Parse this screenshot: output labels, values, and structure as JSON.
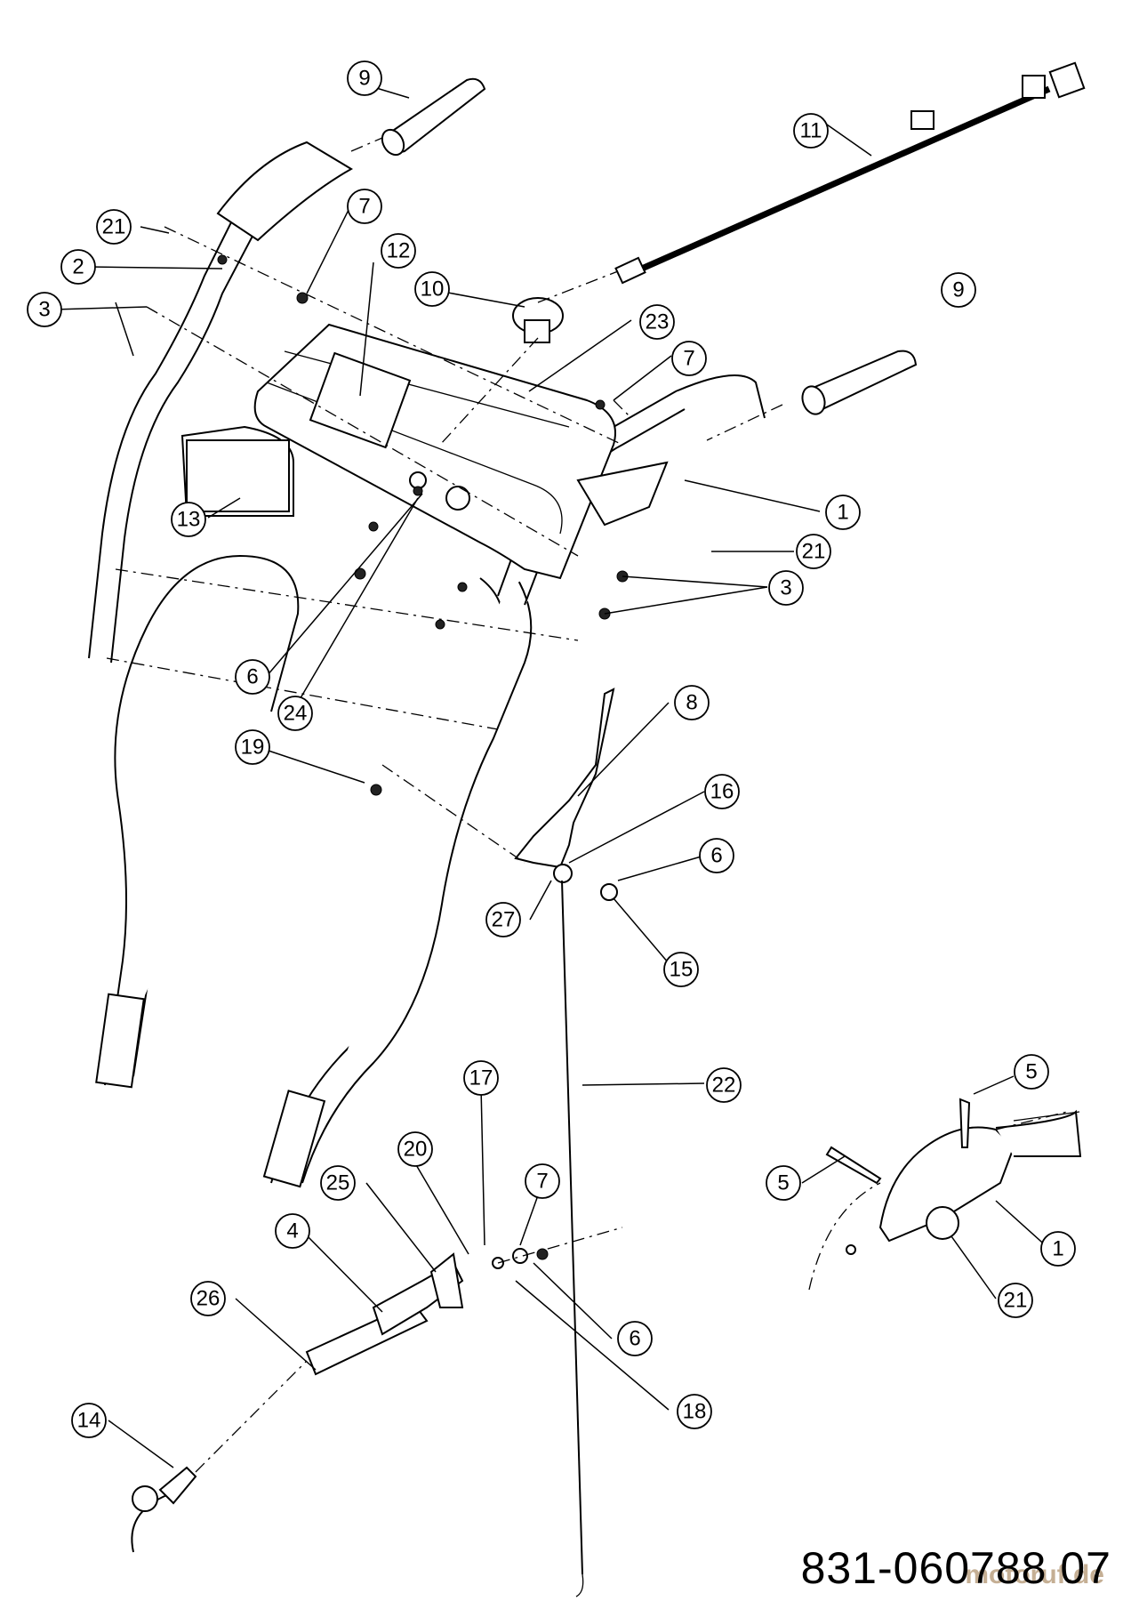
{
  "drawing_code": "831-060788 07",
  "watermark": "motoruf.de",
  "callouts": [
    "9",
    "11",
    "21",
    "7",
    "12",
    "2",
    "10",
    "9",
    "3",
    "23",
    "7",
    "13",
    "1",
    "21",
    "3",
    "6",
    "24",
    "8",
    "19",
    "16",
    "6",
    "27",
    "15",
    "22",
    "17",
    "5",
    "20",
    "7",
    "25",
    "4",
    "5",
    "1",
    "26",
    "6",
    "21",
    "18",
    "14"
  ]
}
